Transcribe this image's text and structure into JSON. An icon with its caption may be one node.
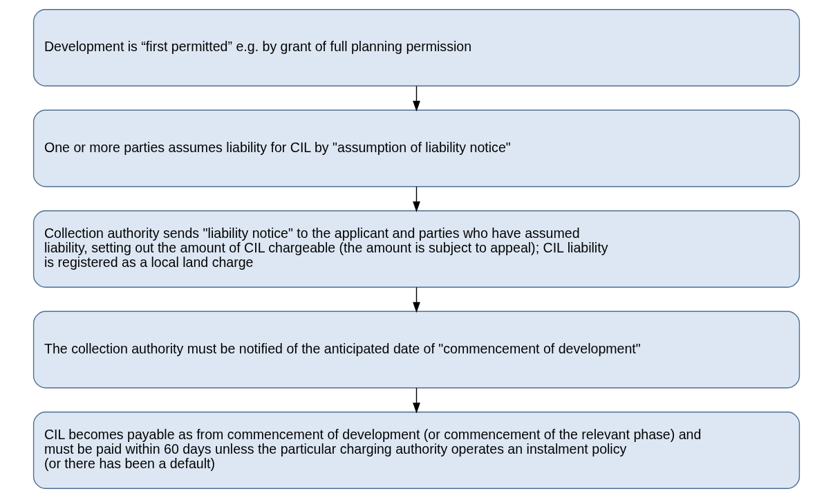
{
  "diagram": {
    "nodes": [
      {
        "text": [
          "Development is “first permitted” e.g. by grant of full planning permission"
        ]
      },
      {
        "text": [
          "One or more parties assumes liability for CIL by \"assumption of liability notice\""
        ]
      },
      {
        "text": [
          "Collection authority sends \"liability notice\" to the applicant and parties who have assumed liability, setting out the amount of CIL chargeable (the amount is subject to appeal); CIL liability is registered as a local land charge"
        ]
      },
      {
        "text": [
          "The collection authority must be notified of the anticipated date of \"commencement of development\""
        ]
      },
      {
        "text": [
          "CIL becomes payable as from commencement of development (or commencement of the relevant phase) and must be paid within 60 days unless the particular charging authority operates an instalment policy (or there has been a default)"
        ]
      }
    ],
    "edges": [
      {
        "from": 0,
        "to": 1,
        "arrow": "to"
      },
      {
        "from": 1,
        "to": 2,
        "arrow": "to"
      },
      {
        "from": 2,
        "to": 3,
        "arrow": "to"
      },
      {
        "from": 3,
        "to": 4,
        "arrow": "to"
      }
    ]
  }
}
